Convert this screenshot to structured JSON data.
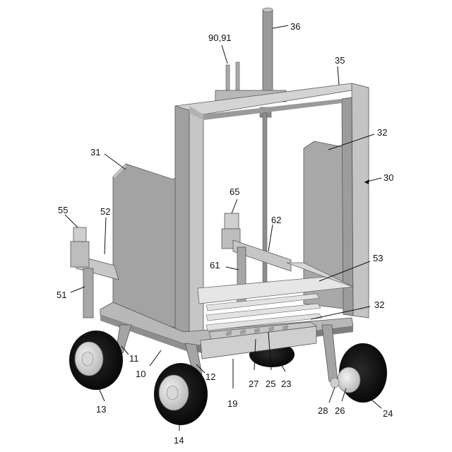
{
  "figure": {
    "labels": {
      "l10": "10",
      "l11": "11",
      "l12": "12",
      "l13": "13",
      "l14": "14",
      "l19": "19",
      "l23": "23",
      "l24": "24",
      "l25": "25",
      "l26": "26",
      "l27": "27",
      "l28": "28",
      "l30": "30",
      "l31": "31",
      "l32a": "32",
      "l32b": "32",
      "l35": "35",
      "l36": "36",
      "l51": "51",
      "l52": "52",
      "l53": "53",
      "l55": "55",
      "l61": "61",
      "l62": "62",
      "l65": "65",
      "l9091": "90,91"
    }
  }
}
